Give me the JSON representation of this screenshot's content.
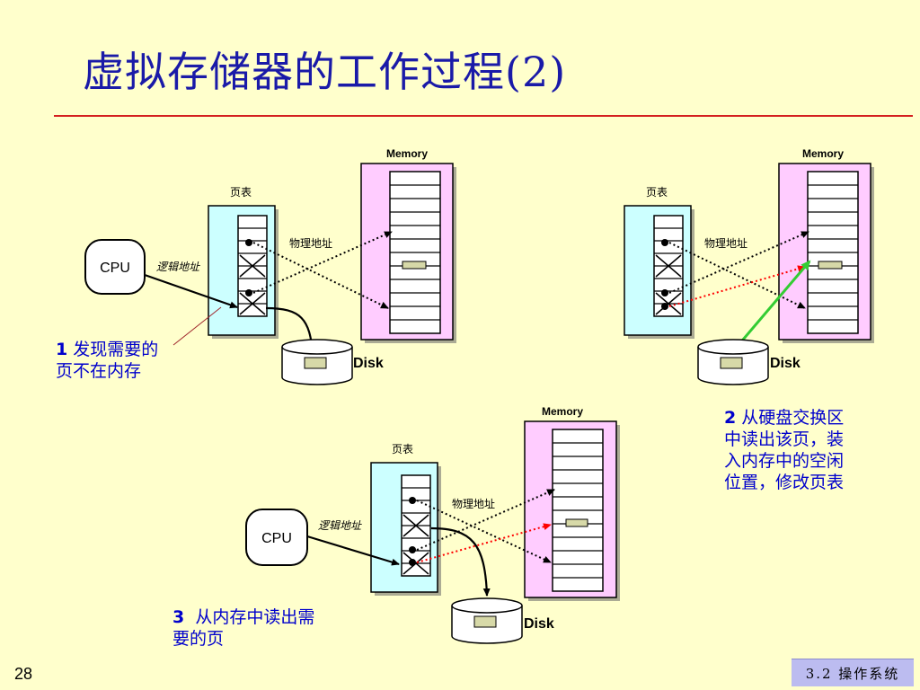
{
  "slide": {
    "title": "虚拟存储器的工作过程(2)",
    "page_number": "28",
    "section_tag": "3.2 操作系统"
  },
  "labels": {
    "memory": "Memory",
    "page_table": "页表",
    "physical_address": "物理地址",
    "logical_address": "逻辑地址",
    "cpu": "CPU",
    "disk": "Disk"
  },
  "steps": [
    {
      "num": "1",
      "text_line1": "发现需要的",
      "text_line2": "页不在内存"
    },
    {
      "num": "2",
      "text_line1": "从硬盘交换区",
      "text_line2": "中读出该页，装",
      "text_line3": "入内存中的空闲",
      "text_line4": "位置，修改页表"
    },
    {
      "num": "3",
      "text_line1": "从内存中读出需",
      "text_line2": "要的页"
    }
  ],
  "colors": {
    "title": "#1a1aa8",
    "rule": "#d42020",
    "page_table_fill": "#ccffff",
    "memory_fill": "#ffccff",
    "caption": "#0000cc",
    "swap_arrow": "#33cc33",
    "new_mapping": "#ff0000"
  }
}
